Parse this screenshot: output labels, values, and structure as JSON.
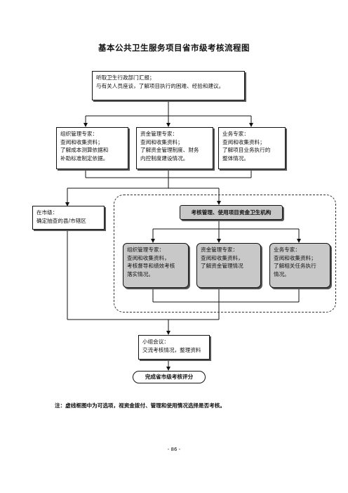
{
  "title": "基本公共卫生服务项目省市级考核流程图",
  "top_box": {
    "lines": [
      "听取卫生行政部门汇报；",
      "与有关人员座谈，了解项目执行的困难、经验和建议。"
    ]
  },
  "provincial_experts": [
    {
      "lines": [
        "组织管理专家：",
        "查阅和收集资料；",
        "了解成本测算依据和",
        "补助标准制定依据。"
      ]
    },
    {
      "lines": [
        "资金管理专家：",
        "查阅和收集资料；",
        "了解资金管理制度、财务",
        "内控制度建设情况。"
      ]
    },
    {
      "lines": [
        "业务专家：",
        "查阅和收集资料；",
        "了解项目业务执行的",
        "整体情况。"
      ]
    }
  ],
  "city_box": {
    "lines": [
      "在市级：",
      "确定抽查的县/市辖区"
    ]
  },
  "agency_box": {
    "label": "考核管理、使用项目资金卫生机构"
  },
  "agency_experts": [
    {
      "lines": [
        "组织管理专家：",
        "查阅和收集资料，",
        "考核督导和绩效考核",
        "落实情况。"
      ]
    },
    {
      "lines": [
        "资金管理专家：",
        "查阅和收集资料，",
        "了解资金管理情况"
      ]
    },
    {
      "lines": [
        "业务专家：",
        "查阅和收集资料；",
        "了解相关任务执行",
        "情况。"
      ]
    }
  ],
  "meeting_box": {
    "lines": [
      "小组会议：",
      "交流考核情况，整理资料"
    ]
  },
  "final_box": {
    "label": "完成省市级考核评分"
  },
  "note": "注：虚线框图中为可选项，视资金拨付、管理和使用情况选择是否考核。",
  "page_number": "- 86 -"
}
